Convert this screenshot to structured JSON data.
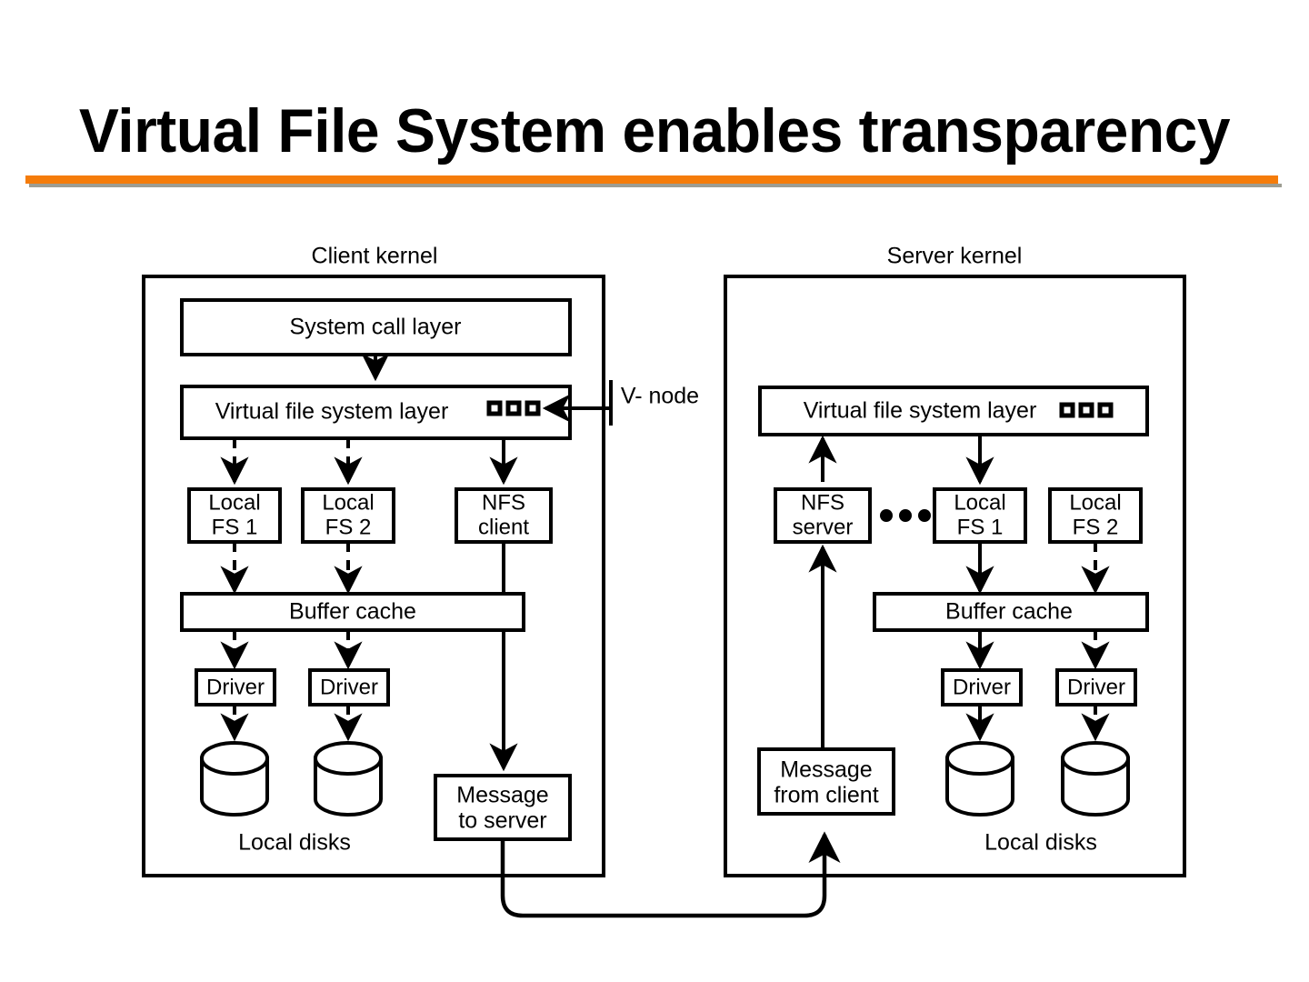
{
  "slide": {
    "title": "Virtual File System enables transparency",
    "rule_color": "#F57C0A",
    "rule_shadow_color": "#9D9D93"
  },
  "diagram": {
    "type": "block-diagram",
    "annotations": {
      "vnode_label": "V- node"
    },
    "client": {
      "caption": "Client kernel",
      "syscall_layer": "System call layer",
      "vfs_layer": "Virtual file system layer",
      "vnode_count": 3,
      "fs_row": [
        {
          "line1": "Local",
          "line2": "FS 1"
        },
        {
          "line1": "Local",
          "line2": "FS 2"
        },
        {
          "line1": "NFS",
          "line2": "client"
        }
      ],
      "buffer_cache": "Buffer cache",
      "drivers": [
        "Driver",
        "Driver"
      ],
      "disks_label": "Local disks",
      "disk_count": 2,
      "message_box": {
        "line1": "Message",
        "line2": "to server"
      }
    },
    "server": {
      "caption": "Server kernel",
      "vfs_layer": "Virtual file system layer",
      "vnode_count": 3,
      "ellipsis": "• • •",
      "fs_row": [
        {
          "line1": "NFS",
          "line2": "server"
        },
        {
          "line1": "Local",
          "line2": "FS 1"
        },
        {
          "line1": "Local",
          "line2": "FS 2"
        }
      ],
      "buffer_cache": "Buffer cache",
      "drivers": [
        "Driver",
        "Driver"
      ],
      "disks_label": "Local disks",
      "disk_count": 2,
      "message_box": {
        "line1": "Message",
        "line2": "from client"
      }
    }
  }
}
